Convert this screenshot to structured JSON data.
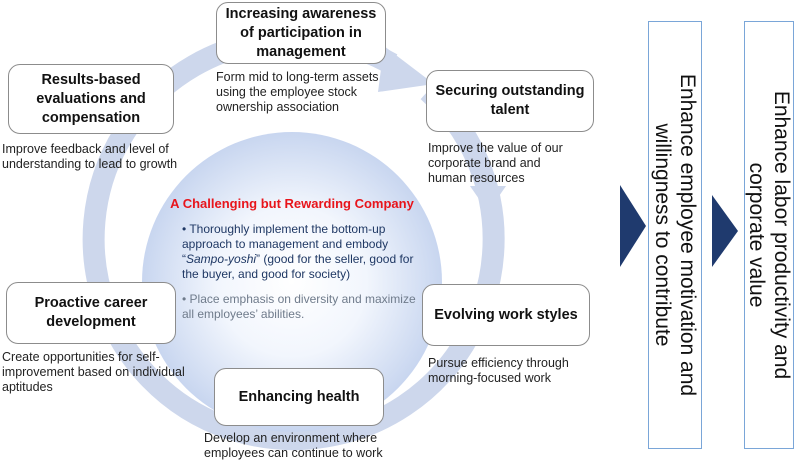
{
  "nodes": {
    "awareness": {
      "title": "Increasing awareness of participation in management",
      "desc": [
        "Form mid to long-term assets",
        "using the employee stock",
        "ownership association"
      ]
    },
    "talent": {
      "title": "Securing outstanding talent",
      "desc": [
        "Improve the value of our",
        "corporate brand and",
        "human resources"
      ]
    },
    "workstyles": {
      "title": "Evolving work styles",
      "desc": [
        "Pursue efficiency through",
        "morning-focused work"
      ]
    },
    "health": {
      "title": "Enhancing health",
      "desc": [
        "Develop an environment where",
        "employees can continue to work"
      ]
    },
    "career": {
      "title": "Proactive career development",
      "desc": [
        "Create opportunities for self-",
        "improvement based on individual",
        "aptitudes"
      ]
    },
    "results": {
      "title": "Results-based evaluations and compensation",
      "desc": [
        "Improve feedback and level of",
        "understanding to lead to growth"
      ]
    }
  },
  "center": {
    "title": "A Challenging but Rewarding Company",
    "bullet1": {
      "lead": "• Thoroughly implement the bottom-up approach to management and embody “",
      "italic": "Sampo-yoshi",
      "tail": "” (good for the seller, good for the buyer, and good for society)"
    },
    "bullet2": "• Place emphasis on diversity and maximize all employees’ abilities."
  },
  "outcomes": [
    {
      "lines": [
        "Enhance employee motivation and",
        "willingness to contribute"
      ]
    },
    {
      "lines": [
        "Enhance labor productivity and",
        "corporate value"
      ]
    }
  ],
  "colors": {
    "ring": "#cdd7ec",
    "chevron": "#1f3a6e",
    "center_title": "#e8141b",
    "column_border": "#7aa6d8"
  }
}
